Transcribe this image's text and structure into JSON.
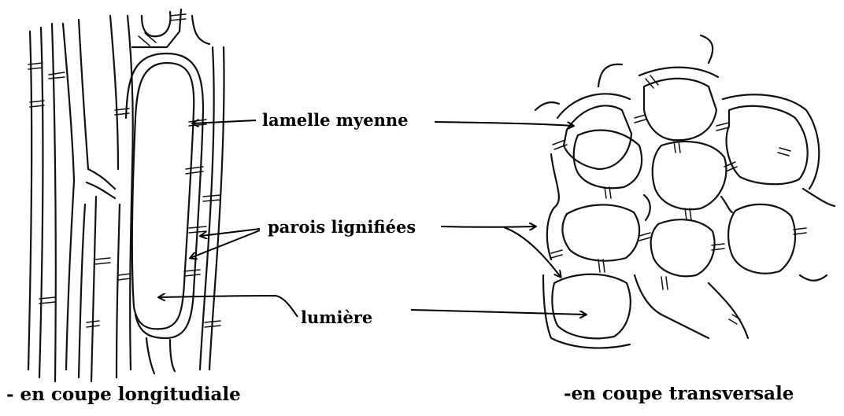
{
  "labels": {
    "lamelle": "lamelle myenne",
    "parois": "parois lignifiées",
    "lumiere": "lumière"
  },
  "captions": {
    "longitudinal": "- en coupe longitudiale",
    "transversal": "-en coupe transversale"
  }
}
